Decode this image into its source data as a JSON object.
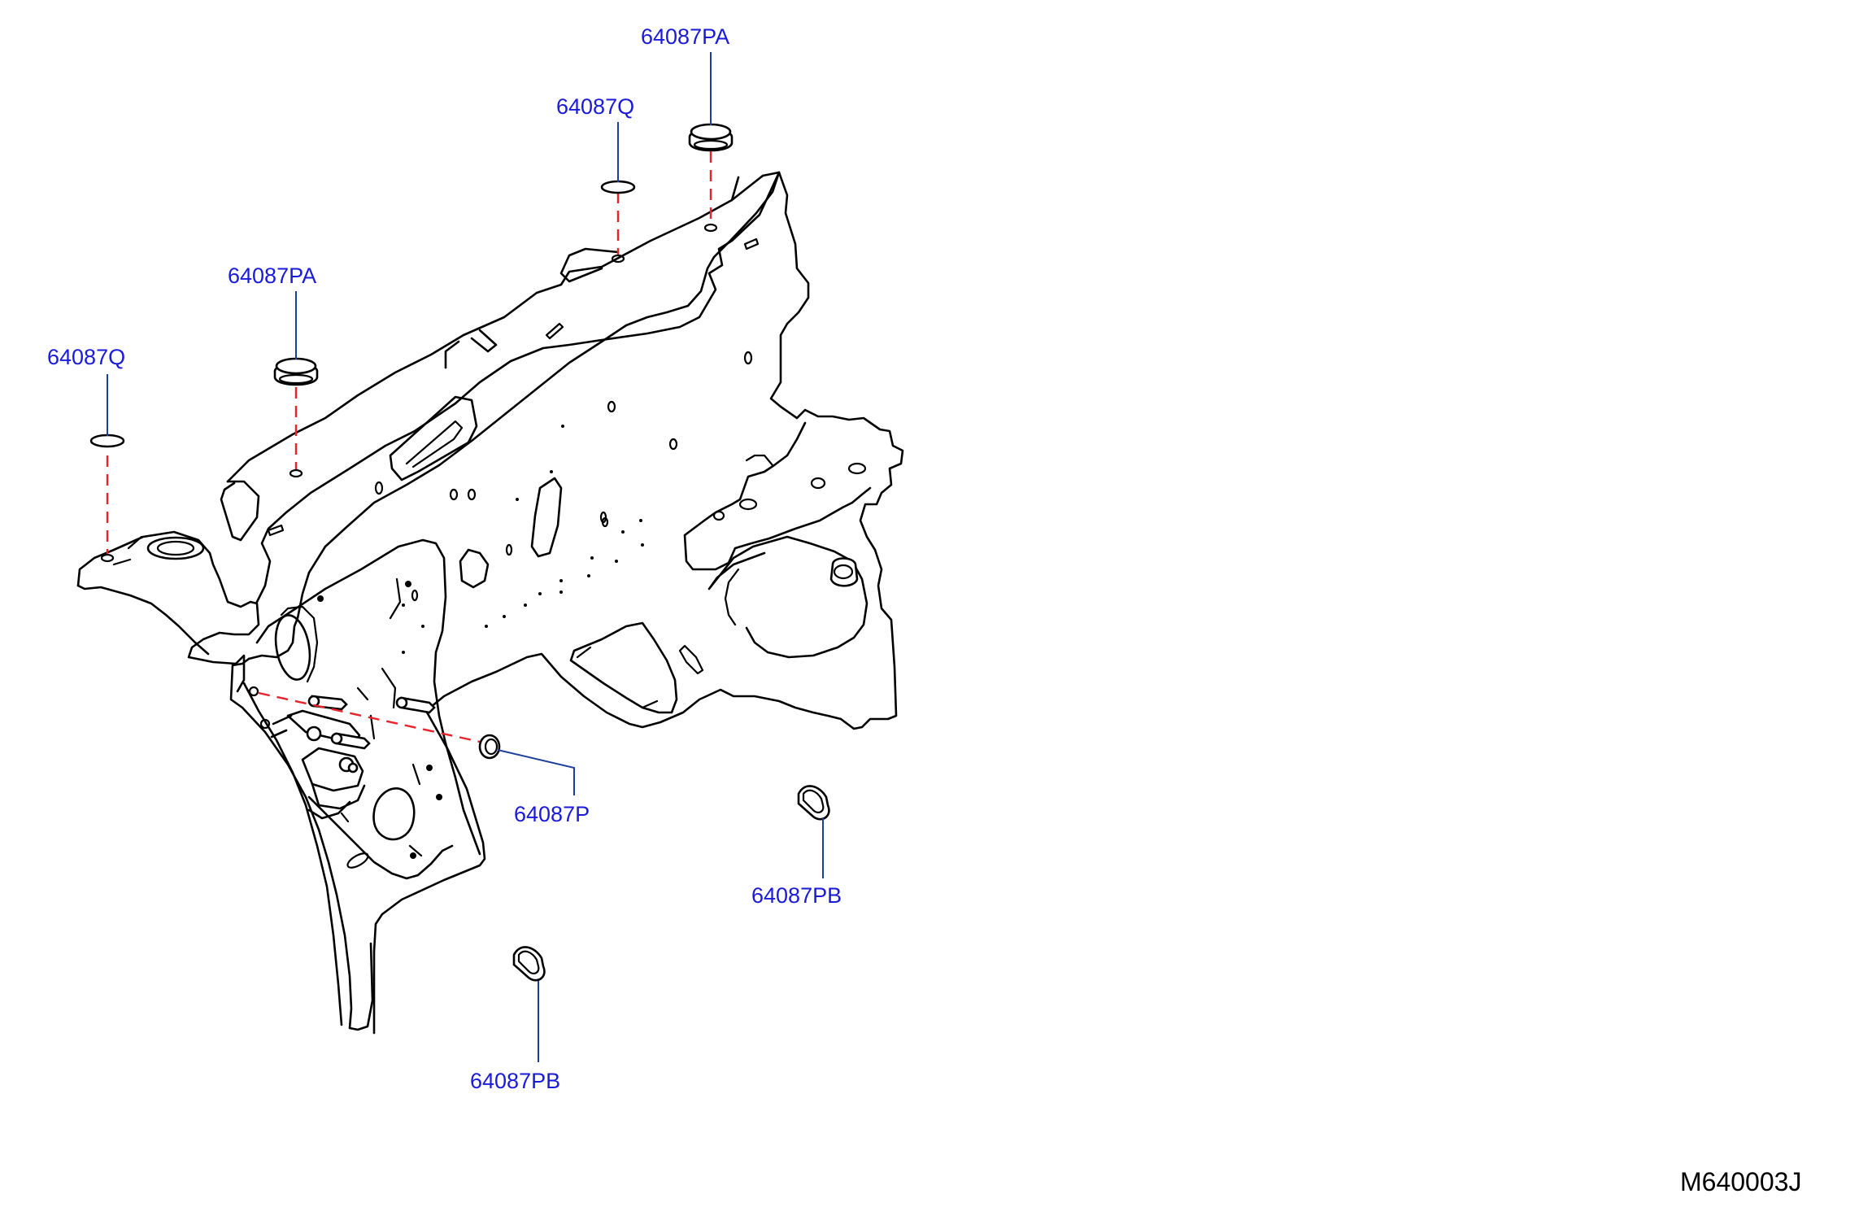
{
  "diagram": {
    "code": "M640003J",
    "callouts": [
      {
        "id": "top-right-plug",
        "label": "64087PA"
      },
      {
        "id": "top-right-seal",
        "label": "64087Q"
      },
      {
        "id": "left-plug",
        "label": "64087PA"
      },
      {
        "id": "left-seal",
        "label": "64087Q"
      },
      {
        "id": "side-plug",
        "label": "64087P"
      },
      {
        "id": "oval-grommet-right",
        "label": "64087PB"
      },
      {
        "id": "oval-grommet-lower",
        "label": "64087PB"
      }
    ]
  },
  "colors": {
    "label": "#1a1adb",
    "leader": "#1c3f9e",
    "dashed": "#e8232a",
    "outline": "#000000"
  }
}
